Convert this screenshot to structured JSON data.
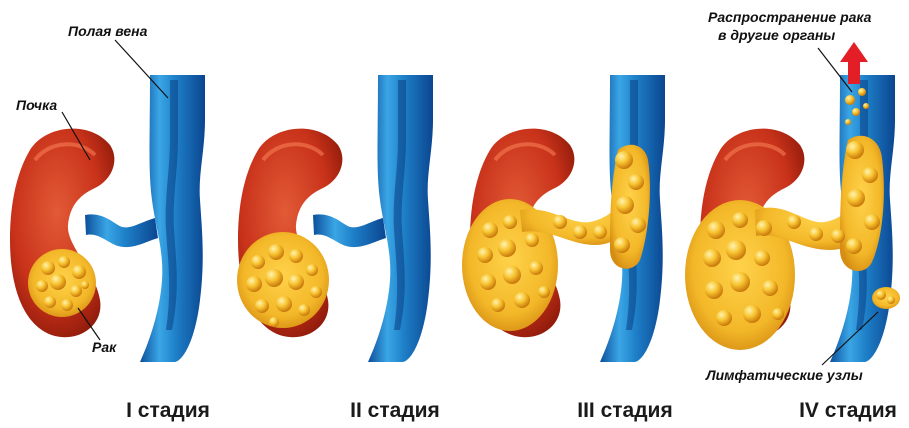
{
  "labels": {
    "vena_cava": "Полая вена",
    "kidney": "Почка",
    "cancer": "Рак",
    "spread_line1": "Распространение рака",
    "spread_line2": "в другие органы",
    "lymph_nodes": "Лимфатические узлы"
  },
  "stages": [
    {
      "title": "I стадия"
    },
    {
      "title": "II стадия"
    },
    {
      "title": "III стадия"
    },
    {
      "title": "IV стадия"
    }
  ],
  "colors": {
    "kidney": "#c8321a",
    "kidney_dark": "#8e1a0a",
    "vein": "#2a8bd0",
    "vein_dark": "#0d4f9a",
    "tumor": "#f3b829",
    "tumor_dark": "#c97a0c",
    "arrow": "#e41e26"
  }
}
